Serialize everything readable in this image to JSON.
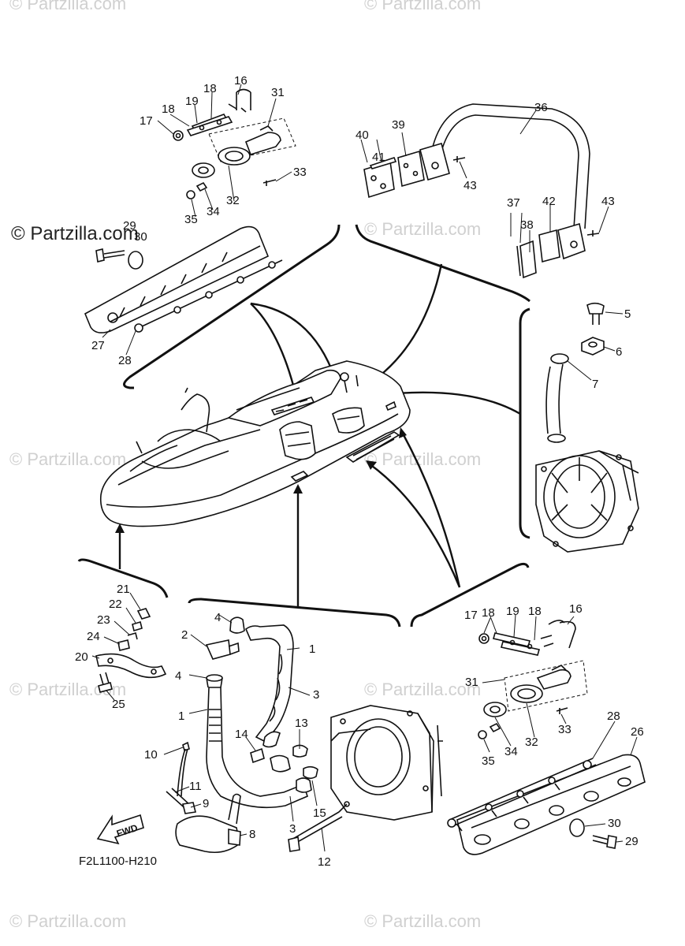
{
  "watermark": {
    "brand": "© Partzilla.com",
    "faded": "© Partzilla.com"
  },
  "diagram_code": "F2L1100-H210",
  "fwd_label": "FWD",
  "callouts": {
    "c16a": "16",
    "c18a": "18",
    "c31a": "31",
    "c19a": "19",
    "c18b": "18",
    "c17a": "17",
    "c33a": "33",
    "c32a": "32",
    "c34a": "34",
    "c35a": "35",
    "c29a": "29",
    "c30a": "30",
    "c27a": "27",
    "c28a": "28",
    "c36": "36",
    "c39": "39",
    "c40": "40",
    "c41": "41",
    "c43a": "43",
    "c37": "37",
    "c38": "38",
    "c42": "42",
    "c43b": "43",
    "c5": "5",
    "c6": "6",
    "c7": "7",
    "c21": "21",
    "c22": "22",
    "c23": "23",
    "c24": "24",
    "c20": "20",
    "c25": "25",
    "c4a": "4",
    "c2": "2",
    "c1a": "1",
    "c4b": "4",
    "c3a": "3",
    "c1b": "1",
    "c13": "13",
    "c14": "14",
    "c10": "10",
    "c11": "11",
    "c9": "9",
    "c15": "15",
    "c3b": "3",
    "c8": "8",
    "c12": "12",
    "c17b": "17",
    "c18c": "18",
    "c19b": "19",
    "c18d": "18",
    "c16b": "16",
    "c31b": "31",
    "c33b": "33",
    "c32b": "32",
    "c34b": "34",
    "c35b": "35",
    "c28b": "28",
    "c26": "26",
    "c30b": "30",
    "c29b": "29"
  },
  "colors": {
    "line": "#111111",
    "watermark": "#d0d0d0",
    "background": "#ffffff"
  }
}
